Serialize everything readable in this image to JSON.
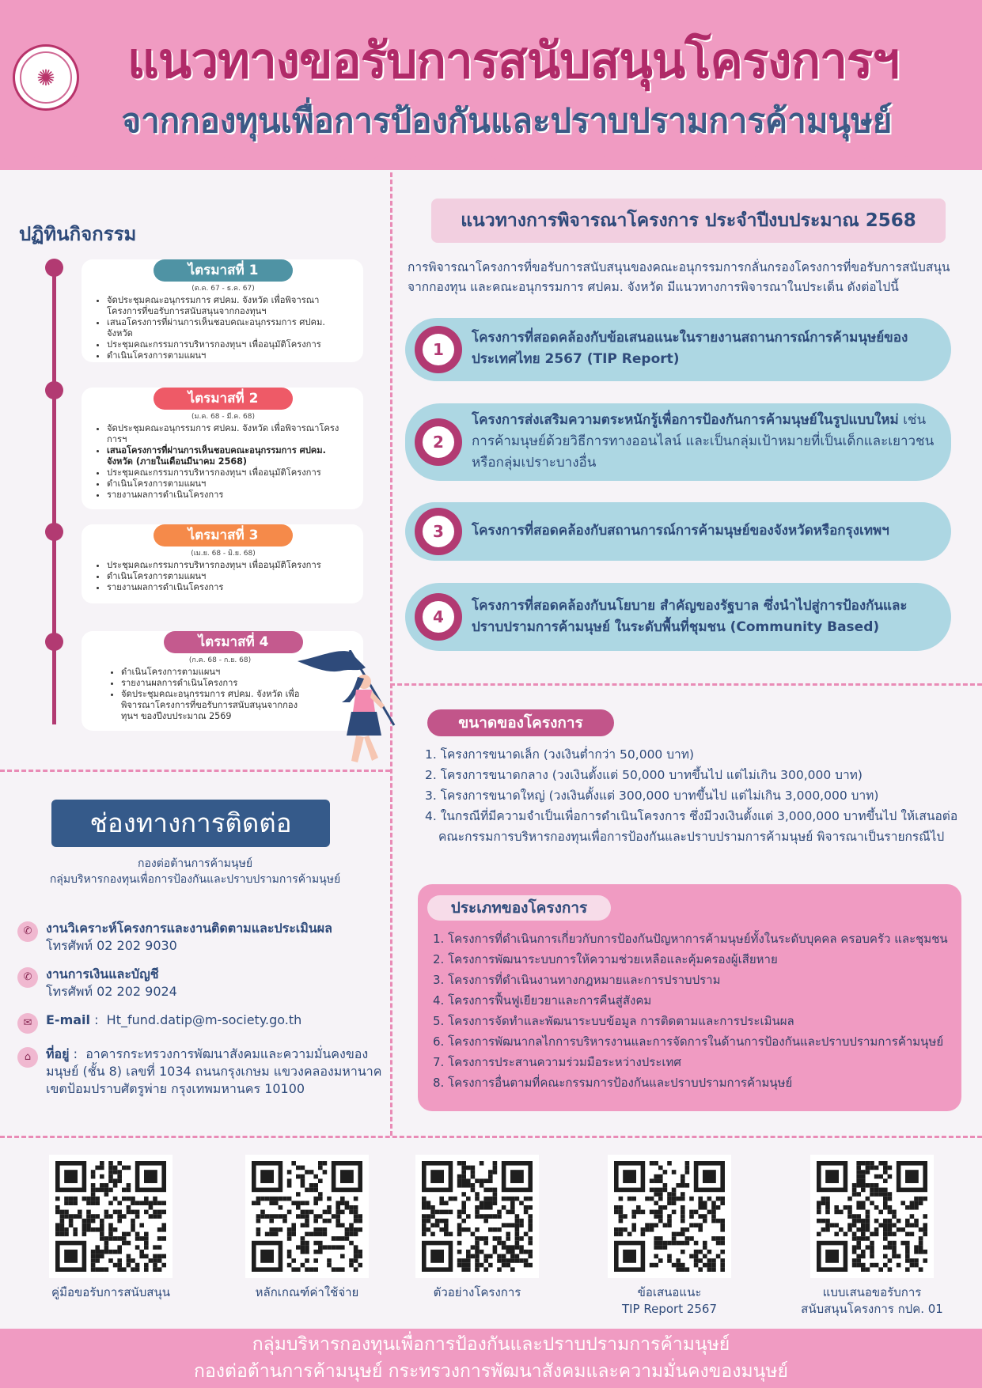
{
  "header": {
    "title_line1": "แนวทางขอรับการสนับสนุนโครงการฯ",
    "title_line2": "จากกองทุนเพื่อการป้องกันและปราบปรามการค้ามนุษย์",
    "seal_icon": "ministry-seal-icon"
  },
  "activities": {
    "title": "ปฏิทินกิจกรรม",
    "quarters": [
      {
        "label": "ไตรมาสที่ 1",
        "date": "(ต.ค. 67 - ธ.ค. 67)",
        "color": "#4f93a4",
        "items": [
          "จัดประชุมคณะอนุกรรมการ ศปคม. จังหวัด เพื่อพิจารณาโครงการที่ขอรับการสนับสนุนจากกองทุนฯ",
          "เสนอโครงการที่ผ่านการเห็นชอบคณะอนุกรรมการ ศปคม. จังหวัด",
          "ประชุมคณะกรรมการบริหารกองทุนฯ เพื่ออนุมัติโครงการ",
          "ดำเนินโครงการตามแผนฯ"
        ]
      },
      {
        "label": "ไตรมาสที่ 2",
        "date": "(ม.ค. 68 - มี.ค. 68)",
        "color": "#ee5a67",
        "items": [
          "จัดประชุมคณะอนุกรรมการ ศปคม. จังหวัด เพื่อพิจารณาโครงการฯ",
          "เสนอโครงการที่ผ่านการเห็นชอบคณะอนุกรรมการ ศปคม. จังหวัด (ภายในเดือนมีนาคม 2568)",
          "ประชุมคณะกรรมการบริหารกองทุนฯ เพื่ออนุมัติโครงการ",
          "ดำเนินโครงการตามแผนฯ",
          "รายงานผลการดำเนินโครงการ"
        ]
      },
      {
        "label": "ไตรมาสที่ 3",
        "date": "(เม.ย. 68 - มิ.ย. 68)",
        "color": "#f58a4a",
        "items": [
          "ประชุมคณะกรรมการบริหารกองทุนฯ เพื่ออนุมัติโครงการ",
          "ดำเนินโครงการตามแผนฯ",
          "รายงานผลการดำเนินโครงการ"
        ]
      },
      {
        "label": "ไตรมาสที่ 4",
        "date": "(ก.ค. 68 - ก.ย. 68)",
        "color": "#c45a8e",
        "items": [
          "ดำเนินโครงการตามแผนฯ",
          "รายงานผลการดำเนินโครงการ",
          "จัดประชุมคณะอนุกรรมการ ศปคม. จังหวัด เพื่อพิจารณาโครงการที่ขอรับการสนับสนุนจากกองทุนฯ ของปีงบประมาณ 2569"
        ]
      }
    ]
  },
  "contact": {
    "title": "ช่องทางการติดต่อ",
    "org_line1": "กองต่อต้านการค้ามนุษย์",
    "org_line2": "กลุ่มบริหารกองทุนเพื่อการป้องกันและปราบปรามการค้ามนุษย์",
    "unit1_name": "งานวิเคราะห์โครงการและงานติดตามและประเมินผล",
    "unit1_phone": "โทรศัพท์ 02 202 9030",
    "unit2_name": "งานการเงินและบัญชี",
    "unit2_phone": "โทรศัพท์ 02 202 9024",
    "email_label": "E-mail",
    "email_value": "Ht_fund.datip@m-society.go.th",
    "address_label": "ที่อยู่",
    "address_value": "อาคารกระทรวงการพัฒนาสังคมและความมั่นคงของมนุษย์ (ชั้น 8) เลขที่ 1034 ถนนกรุงเกษม แขวงคลองมหานาค เขตป้อมปราบศัตรูพ่าย กรุงเทพมหานคร 10100",
    "icons": [
      "phone-icon",
      "phone-icon",
      "mail-icon",
      "home-icon"
    ]
  },
  "considerations": {
    "title": "แนวทางการพิจารณาโครงการ ประจำปีงบประมาณ 2568",
    "intro": "การพิจารณาโครงการที่ขอรับการสนับสนุนของคณะอนุกรรมการกลั่นกรองโครงการที่ขอรับการสนับสนุนจากกองทุน และคณะอนุกรรมการ ศปคม. จังหวัด มีแนวทางการพิจารณาในประเด็น ดังต่อไปนี้",
    "items": [
      {
        "num": "1",
        "bold": "โครงการที่สอดคล้องกับข้อเสนอแนะในรายงานสถานการณ์การค้ามนุษย์ของประเทศไทย 2567 (TIP Report)",
        "rest": ""
      },
      {
        "num": "2",
        "bold": "โครงการส่งเสริมความตระหนักรู้เพื่อการป้องกันการค้ามนุษย์ในรูปแบบใหม่",
        "rest": " เช่น การค้ามนุษย์ด้วยวิธีการทางออนไลน์ และเป็นกลุ่มเป้าหมายที่เป็นเด็กและเยาวชน หรือกลุ่มเปราะบางอื่น"
      },
      {
        "num": "3",
        "bold": "โครงการที่สอดคล้องกับสถานการณ์การค้ามนุษย์ของจังหวัดหรือกรุงเทพฯ",
        "rest": ""
      },
      {
        "num": "4",
        "bold": "โครงการที่สอดคล้องกับนโยบาย สำคัญของรัฐบาล ซึ่งนำไปสู่การป้องกันและปราบปรามการค้ามนุษย์ ในระดับพื้นที่ชุมชน (Community Based)",
        "rest": ""
      }
    ]
  },
  "project_size": {
    "title": "ขนาดของโครงการ",
    "items": [
      "1. โครงการขนาดเล็ก (วงเงินต่ำกว่า 50,000 บาท)",
      "2. โครงการขนาดกลาง (วงเงินตั้งแต่ 50,000 บาทขึ้นไป แต่ไม่เกิน 300,000 บาท)",
      "3. โครงการขนาดใหญ่ (วงเงินตั้งแต่ 300,000 บาทขึ้นไป แต่ไม่เกิน 3,000,000 บาท)",
      "4. ในกรณีที่มีความจำเป็นเพื่อการดำเนินโครงการ ซึ่งมีวงเงินตั้งแต่ 3,000,000 บาทขึ้นไป ให้เสนอต่อคณะกรรมการบริหารกองทุนเพื่อการป้องกันและปราบปรามการค้ามนุษย์ พิจารณาเป็นรายกรณีไป"
    ]
  },
  "project_type": {
    "title": "ประเภทของโครงการ",
    "items": [
      "1. โครงการที่ดำเนินการเกี่ยวกับการป้องกันปัญหาการค้ามนุษย์ทั้งในระดับบุคคล ครอบครัว และชุมชน",
      "2. โครงการพัฒนาระบบการให้ความช่วยเหลือและคุ้มครองผู้เสียหาย",
      "3. โครงการที่ดำเนินงานทางกฎหมายและการปราบปราม",
      "4. โครงการฟื้นฟูเยียวยาและการคืนสู่สังคม",
      "5. โครงการจัดทำและพัฒนาระบบข้อมูล การติดตามและการประเมินผล",
      "6. โครงการพัฒนากลไกการบริหารงานและการจัดการในด้านการป้องกันและปราบปรามการค้ามนุษย์",
      "7. โครงการประสานความร่วมมือระหว่างประเทศ",
      "8. โครงการอื่นตามที่คณะกรรมการป้องกันและปราบปรามการค้ามนุษย์"
    ]
  },
  "qr_codes": [
    {
      "label1": "คู่มือขอรับการสนับสนุน",
      "label2": ""
    },
    {
      "label1": "หลักเกณฑ์ค่าใช้จ่าย",
      "label2": ""
    },
    {
      "label1": "ตัวอย่างโครงการ",
      "label2": ""
    },
    {
      "label1": "ข้อเสนอแนะ",
      "label2": "TIP Report 2567"
    },
    {
      "label1": "แบบเสนอขอรับการ",
      "label2": "สนับสนุนโครงการ กปค. 01"
    }
  ],
  "footer": {
    "line1": "กลุ่มบริหารกองทุนเพื่อการป้องกันและปราบปรามการค้ามนุษย์",
    "line2": "กองต่อต้านการค้ามนุษย์ กระทรวงการพัฒนาสังคมและความมั่นคงของมนุษย์"
  },
  "colors": {
    "header_pink": "#f09bc2",
    "accent_magenta": "#b23a72",
    "navy": "#2e4a7a",
    "consideration_blue": "#add7e3"
  }
}
